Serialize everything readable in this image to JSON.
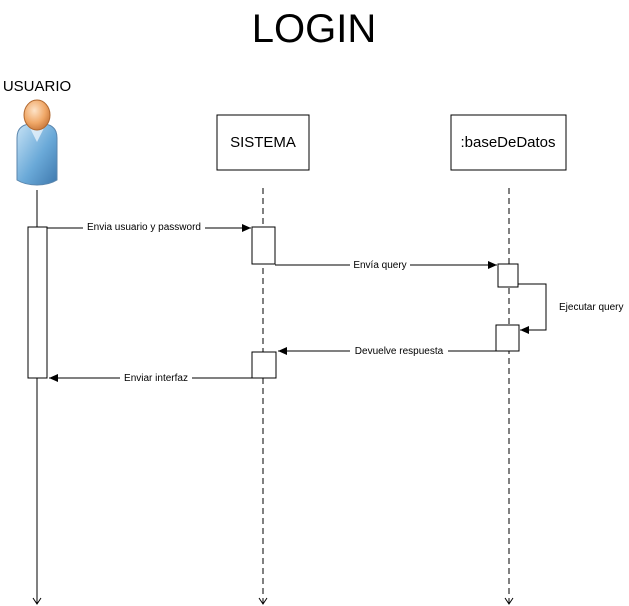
{
  "diagram": {
    "title": "LOGIN",
    "actor": {
      "name": "USUARIO",
      "icon": "person-icon"
    },
    "participants": [
      {
        "name": "SISTEMA"
      },
      {
        "name": ":baseDeDatos"
      }
    ],
    "messages": [
      {
        "from": "USUARIO",
        "to": "SISTEMA",
        "label": "Envia usuario y password"
      },
      {
        "from": "SISTEMA",
        "to": ":baseDeDatos",
        "label": "Envía query"
      },
      {
        "from": ":baseDeDatos",
        "to": ":baseDeDatos",
        "label": "Ejecutar query"
      },
      {
        "from": ":baseDeDatos",
        "to": "SISTEMA",
        "label": "Devuelve respuesta"
      },
      {
        "from": "SISTEMA",
        "to": "USUARIO",
        "label": "Enviar interfaz"
      }
    ]
  }
}
